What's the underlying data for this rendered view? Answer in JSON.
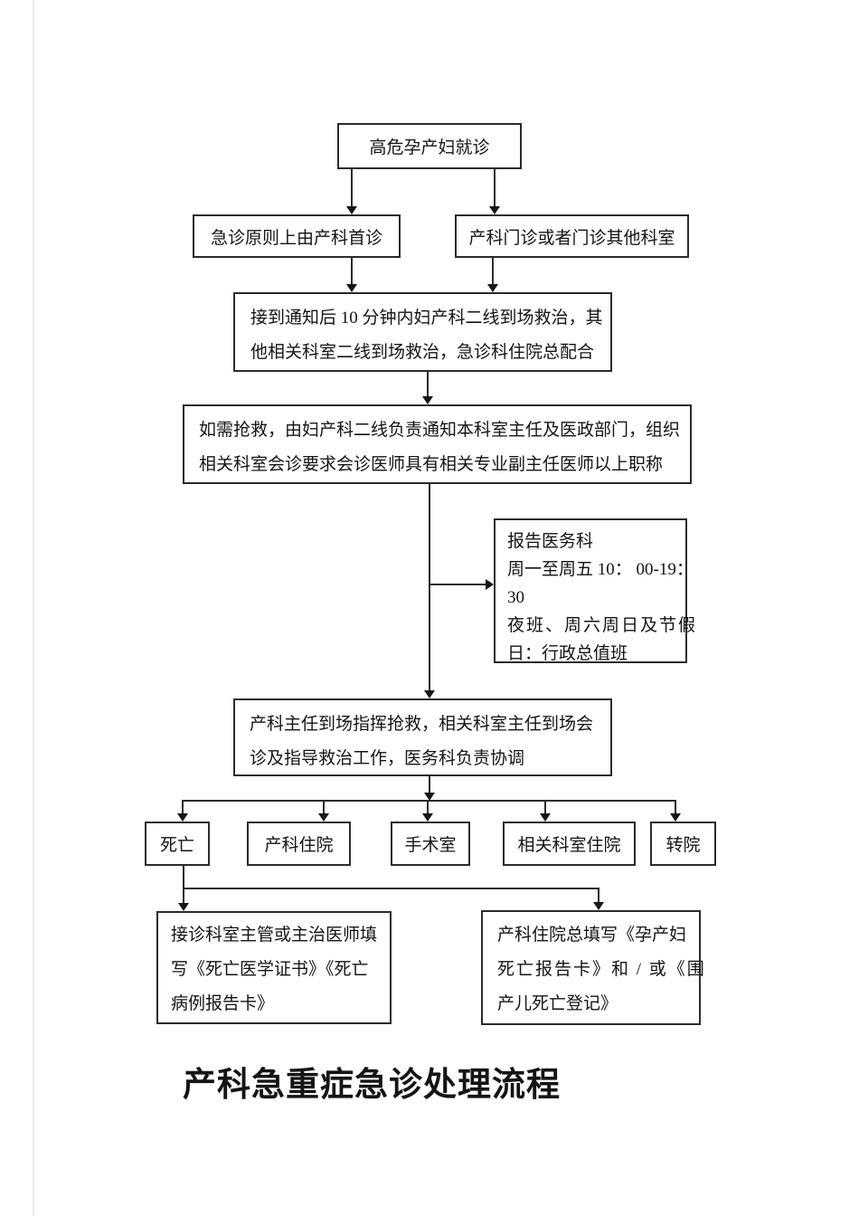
{
  "colors": {
    "line": "#2b2b2b",
    "text": "#141414",
    "background": "#ffffff"
  },
  "title": {
    "text": "产科急重症急诊处理流程"
  },
  "nodes": {
    "start": {
      "label": "高危孕产妇就诊"
    },
    "er_first": {
      "label": "急诊原则上由产科首诊"
    },
    "opd": {
      "label": "产科门诊或者门诊其他科室"
    },
    "notify": {
      "lines": [
        "接到通知后 10 分钟内妇产科二线到场救治，其",
        "他相关科室二线到场救治，急诊科住院总配合"
      ]
    },
    "rescue": {
      "lines": [
        "如需抢救，由妇产科二线负责通知本科室主任及医政部门，组织",
        "相关科室会诊要求会诊医师具有相关专业副主任医师以上职称"
      ]
    },
    "report": {
      "lines": [
        "报告医务科",
        "周一至周五 10： 00-19：",
        "30",
        "夜班、周六周日及节假",
        "日：行政总值班"
      ]
    },
    "director": {
      "lines": [
        "产科主任到场指挥抢救，相关科室主任到场会",
        "诊及指导救治工作，医务科负责协调"
      ]
    },
    "death": {
      "label": "死亡"
    },
    "ob_admit": {
      "label": "产科住院"
    },
    "or_room": {
      "label": "手术室"
    },
    "related_admit": {
      "label": "相关科室住院"
    },
    "transfer": {
      "label": "转院"
    },
    "death_cert": {
      "lines": [
        "接诊科室主管或主治医师填",
        "写《死亡医学证书》《死亡",
        "病例报告卡》"
      ]
    },
    "death_report": {
      "lines": [
        "产科住院总填写《孕产妇",
        "死亡报告卡》和 / 或《围",
        "产儿死亡登记》"
      ]
    }
  },
  "edges": [
    "start->er_first",
    "start->opd",
    "er_first->notify",
    "opd->notify",
    "notify->rescue",
    "rescue->report",
    "rescue->director",
    "director->death",
    "director->ob_admit",
    "director->or_room",
    "director->related_admit",
    "director->transfer",
    "death->death_cert",
    "death->death_report"
  ]
}
